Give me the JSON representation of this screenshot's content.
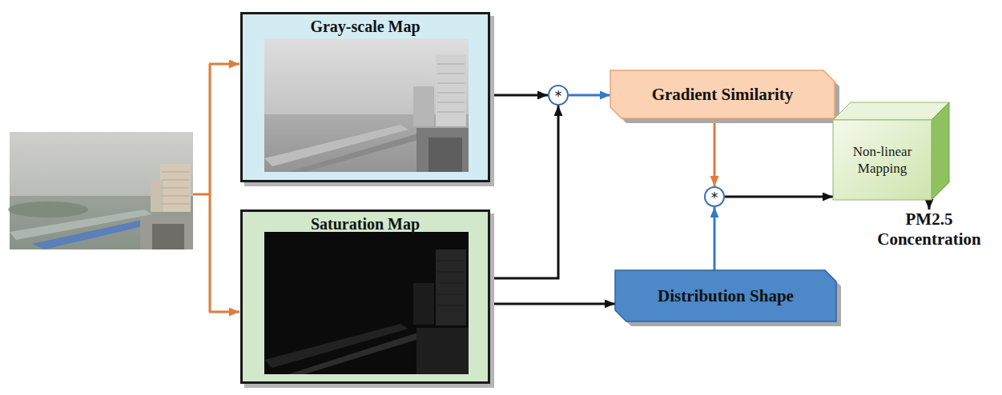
{
  "diagram": {
    "nodes": [
      {
        "text": [
          "Gray-scale Map"
        ]
      },
      {
        "text": [
          "Saturation Map"
        ]
      },
      {
        "text": [
          "*"
        ]
      },
      {
        "text": [
          "Gradient Similarity"
        ]
      },
      {
        "text": [
          "*"
        ]
      },
      {
        "text": [
          "Distribution Shape"
        ]
      },
      {
        "text": [
          "Non-linear Mapping"
        ]
      },
      {
        "text": [
          "PM2.5 Concentration"
        ]
      }
    ],
    "edges": [
      {
        "from": 0,
        "to": 2,
        "arrow": "to"
      },
      {
        "from": 1,
        "to": 2,
        "arrow": "to"
      },
      {
        "from": 2,
        "to": 3,
        "arrow": "to"
      },
      {
        "from": 3,
        "to": 4,
        "arrow": "to"
      },
      {
        "from": 1,
        "to": 5,
        "arrow": "to"
      },
      {
        "from": 5,
        "to": 4,
        "arrow": "to"
      },
      {
        "from": 4,
        "to": 6,
        "arrow": "to"
      },
      {
        "from": 6,
        "to": 7,
        "arrow": "to"
      }
    ]
  }
}
